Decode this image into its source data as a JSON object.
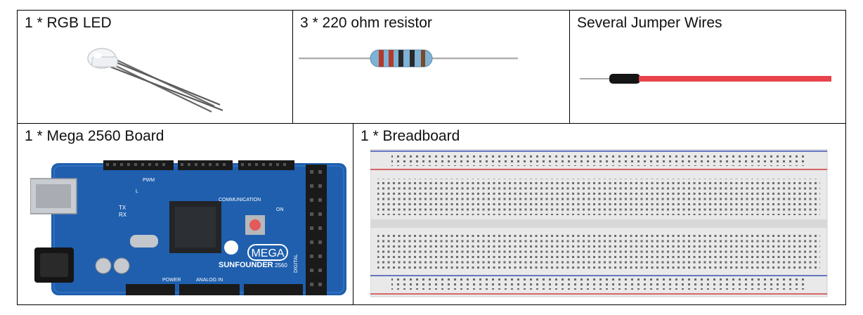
{
  "components": {
    "rgb_led": {
      "label": "1 * RGB LED",
      "icon": "rgb-led-icon"
    },
    "resistor": {
      "label": "3 * 220 ohm resistor",
      "icon": "resistor-icon"
    },
    "jumper_wires": {
      "label": "Several Jumper Wires",
      "icon": "jumper-wire-icon"
    },
    "mega_board": {
      "label": "1 * Mega 2560 Board",
      "icon": "mega-2560-board-icon",
      "brand_text": "SUNFOUNDER",
      "model_text": "MEGA",
      "sub_text": "2560",
      "header_communication": "COMMUNICATION",
      "header_power": "POWER",
      "header_analog": "ANALOG IN",
      "header_digital": "DIGITAL",
      "led_tx": "TX",
      "led_rx": "RX",
      "led_l": "L",
      "on_label": "ON",
      "pwm_label": "PWM"
    },
    "breadboard": {
      "label": "1 * Breadboard",
      "icon": "breadboard-icon"
    }
  },
  "colors": {
    "board_blue": "#1f5fae",
    "resistor_body": "#7fb2d4",
    "wire_red": "#e8424a",
    "rail_red": "#d23a3a",
    "rail_blue": "#3a4fb5"
  }
}
